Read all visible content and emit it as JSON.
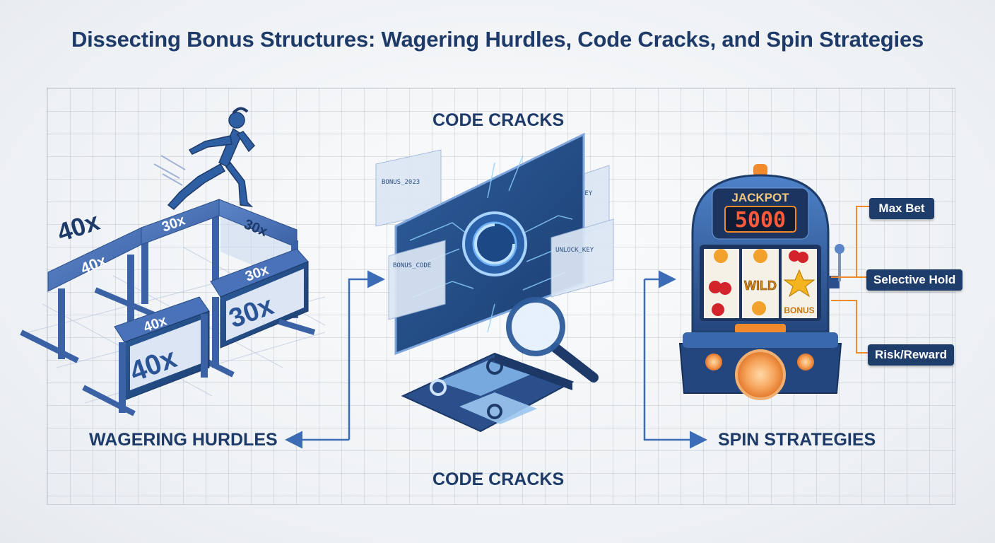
{
  "title": "Dissecting Bonus Structures: Wagering Hurdles, Code Cracks, and Spin Strategies",
  "sections": {
    "wagering": {
      "label": "WAGERING HURDLES",
      "hurdles": [
        "40x",
        "40x",
        "30x",
        "30x",
        "30x",
        "30x",
        "40x",
        "40x"
      ]
    },
    "code": {
      "label_top": "CODE CRACKS",
      "label_bottom": "CODE CRACKS",
      "code_panels": [
        "BONUS_2023",
        "UNLOCK_KEY",
        "BONUS_CODE",
        "UNLOCK_KEY"
      ]
    },
    "spin": {
      "label": "SPIN STRATEGIES",
      "machine": {
        "jackpot_label": "JACKPOT",
        "jackpot_value": "5000",
        "reel_wild": "WILD",
        "reel_bonus": "BONUS"
      },
      "strategies": [
        "Max Bet",
        "Selective Hold",
        "Risk/Reward"
      ]
    }
  },
  "colors": {
    "navy": "#1d3a68",
    "hurdle_blue": "#4a72b8",
    "accent_orange": "#f08a2c",
    "connector_blue": "#3b6cb5"
  }
}
